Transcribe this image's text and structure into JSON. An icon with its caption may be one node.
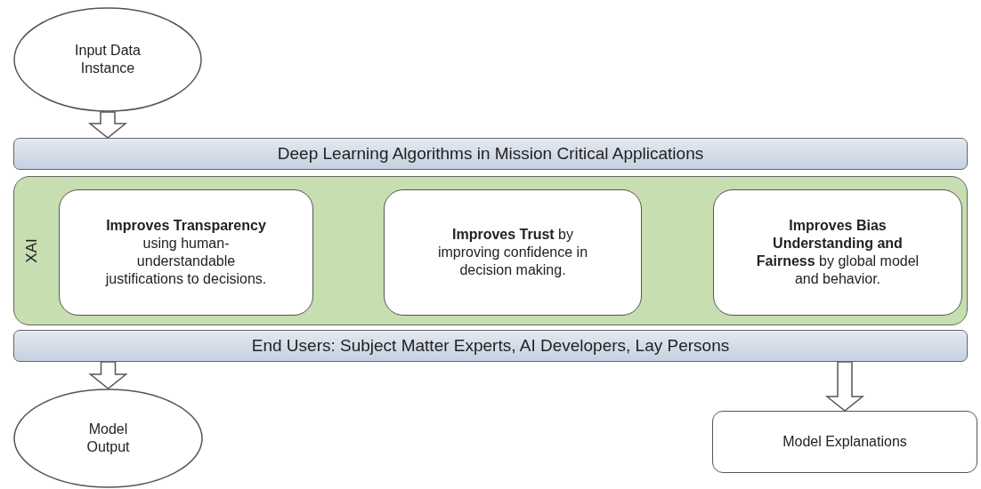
{
  "diagram": {
    "nodes": [
      {
        "text": [
          "Input Data Instance"
        ]
      },
      {
        "text": [
          "Deep Learning Algorithms in Mission Critical Applications"
        ]
      },
      {
        "text": [
          "XAI"
        ]
      },
      {
        "text": [
          "**Improves Transparency** using human-understandable justifications to decisions."
        ],
        "in": 2
      },
      {
        "text": [
          "**Improves Trust** by improving confidence in decision making."
        ],
        "in": 2
      },
      {
        "text": [
          "**Improves Bias Understanding and Fairness** by global model and behavior."
        ],
        "in": 2
      },
      {
        "text": [
          "End Users: Subject Matter Experts, AI Developers, Lay Persons"
        ]
      },
      {
        "text": [
          "Model Output"
        ]
      },
      {
        "text": [
          "Model Explanations"
        ]
      }
    ],
    "edges": [
      {
        "from": 0,
        "to": 1,
        "arrow": "to"
      },
      {
        "from": 6,
        "to": 7,
        "arrow": "to"
      },
      {
        "from": 6,
        "to": 8,
        "arrow": "to"
      }
    ]
  }
}
